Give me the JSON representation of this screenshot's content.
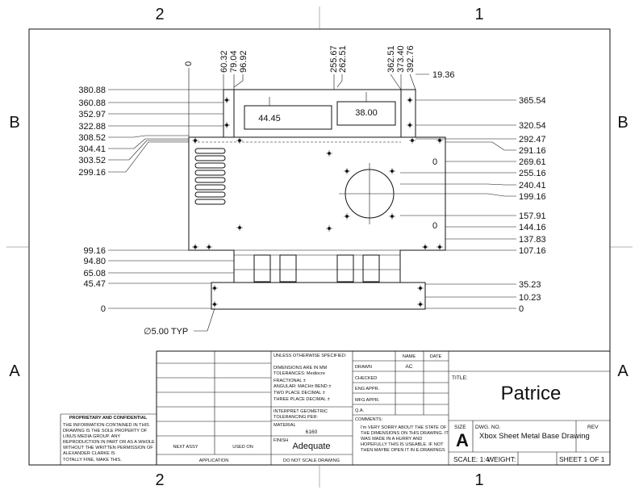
{
  "zones": {
    "top": [
      "2",
      "1"
    ],
    "bottom": [
      "2",
      "1"
    ],
    "left": [
      "B",
      "A"
    ],
    "right": [
      "B",
      "A"
    ]
  },
  "dims": {
    "top": [
      "0",
      "60.32",
      "79.04",
      "96.92",
      "255.67",
      "262.51",
      "362.51",
      "373.40",
      "392.76"
    ],
    "top_offset": "19.36",
    "left": [
      "380.88",
      "360.88",
      "352.97",
      "322.88",
      "308.52",
      "304.41",
      "303.52",
      "299.16",
      "99.16",
      "94.80",
      "65.08",
      "45.47",
      "0"
    ],
    "right": [
      "365.54",
      "320.54",
      "292.47",
      "291.16",
      "269.61",
      "255.16",
      "240.41",
      "199.16",
      "157.91",
      "144.16",
      "137.83",
      "107.16",
      "35.23",
      "10.23",
      "0"
    ],
    "inner_zero_1": "0",
    "inner_zero_2": "0",
    "box_44": "44.45",
    "box_38": "38.00",
    "hole_note": "∅5.00 TYP"
  },
  "title_block": {
    "tolerance_header": "UNLESS OTHERWISE SPECIFIED:",
    "tolerance_lines": [
      "DIMENSIONS ARE IN MM",
      "TOLERANCES: Mediocre",
      "FRACTIONAL ±",
      "ANGULAR: MACH±    BEND ±",
      "TWO PLACE DECIMAL   ±",
      "THREE PLACE DECIMAL  ±"
    ],
    "geo_tol": [
      "INTERPRET GEOMETRIC",
      "TOLERANCING PER:"
    ],
    "material_label": "MATERIAL",
    "material_value": "6160",
    "finish_label": "FINISH",
    "finish_value": "Adequate",
    "no_scale": "DO NOT SCALE DRAWING",
    "name_header": "NAME",
    "date_header": "DATE",
    "rows": [
      "DRAWN",
      "CHECKED",
      "ENG APPR.",
      "MFG APPR.",
      "Q.A."
    ],
    "drawn_name": "AC",
    "comments_label": "COMMENTS:",
    "comments_lines": [
      "I'm VERY SORRY ABOUT THE STATE OF",
      "THE DIMENSIONS ON THIS DRAWING. IT",
      "WAS MADE IN A HURRY AND",
      "HOPEFULLY THIS IS USEABLE. IF NOT",
      "THEN MAYBE OPEN IT IN E-DRAWINGS"
    ],
    "title_label": "TITLE:",
    "title_value": "Patrice",
    "size_label": "SIZE",
    "size_value": "A",
    "dwg_label": "DWG.  NO.",
    "dwg_value": "Xbox Sheet Metal Base Drawing",
    "rev_label": "REV",
    "scale": "SCALE: 1:4",
    "weight": "WEIGHT:",
    "sheet": "SHEET 1 OF 1",
    "next_assy": "NEXT ASSY",
    "used_on": "USED ON",
    "application": "APPLICATION",
    "prop_title": "PROPRIETARY AND CONFIDENTIAL",
    "prop_lines": [
      "THE INFORMATION CONTAINED IN THIS",
      "DRAWING IS THE SOLE PROPERTY OF",
      "LINUS MEDIA GROUP.  ANY",
      "REPRODUCTION IN PART OR AS A WHOLE",
      "WITHOUT THE WRITTEN PERMISSION OF",
      "ALEXANDER CLARKE IS",
      "TOTALLY FINE, MAKE THIS."
    ]
  }
}
